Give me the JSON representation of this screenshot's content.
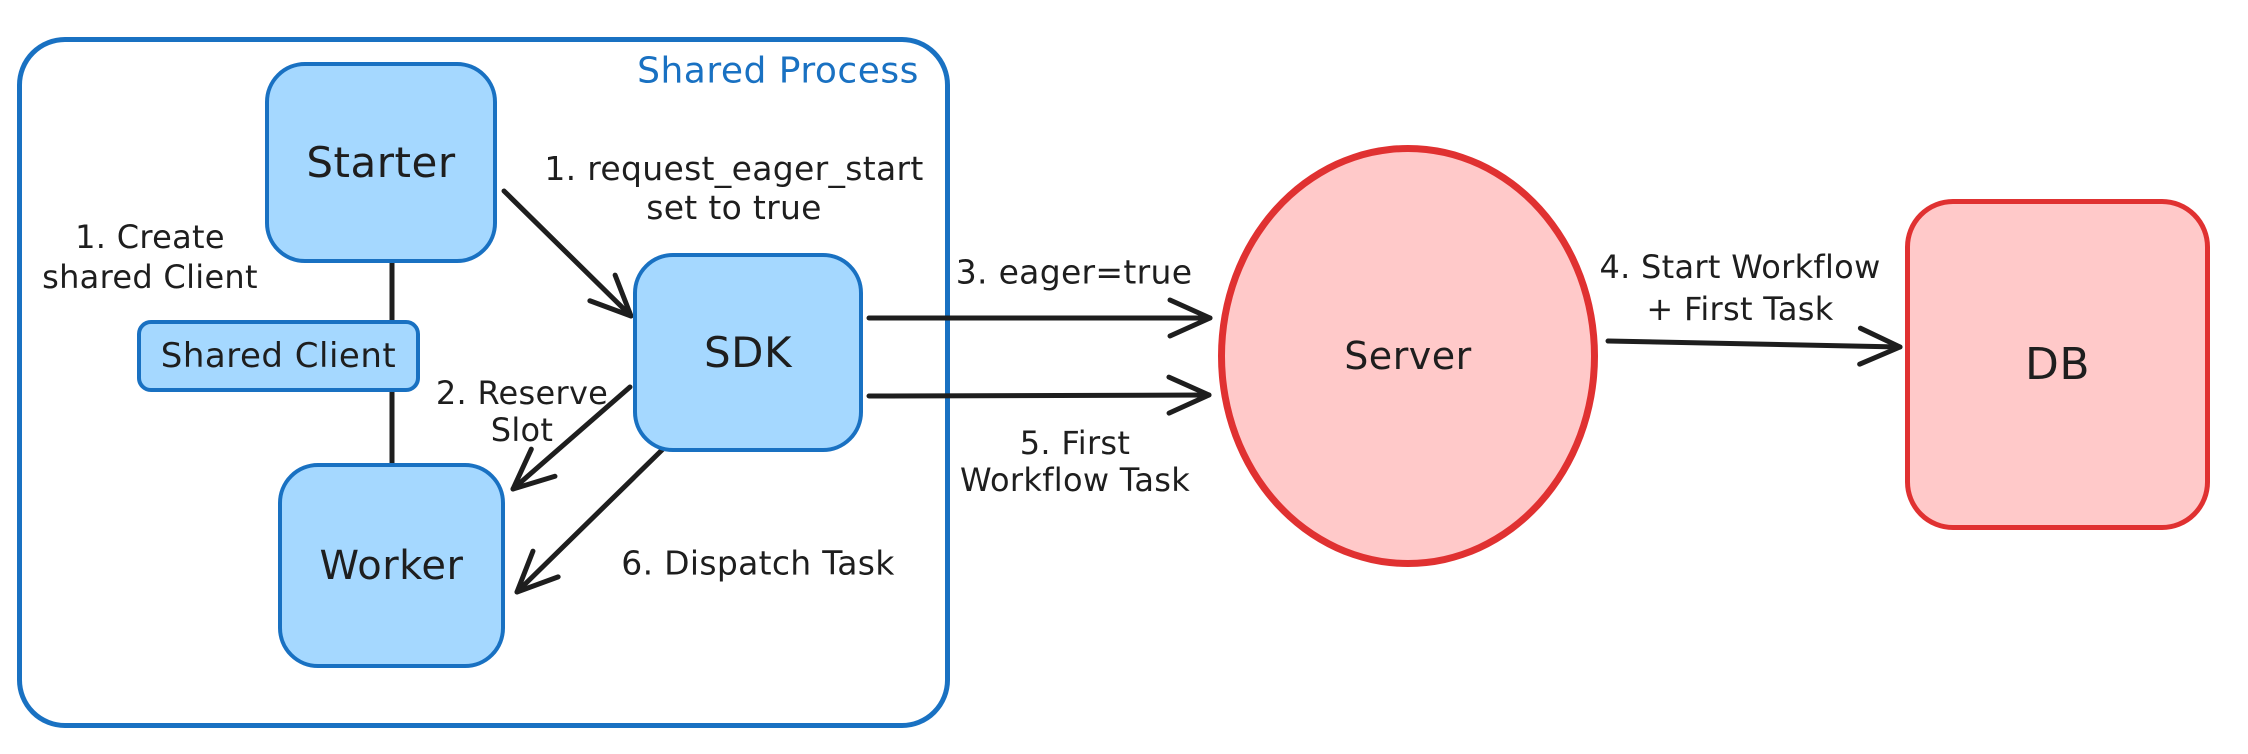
{
  "diagram": {
    "container_label": "Shared Process",
    "nodes": {
      "starter": {
        "label": "Starter"
      },
      "shared_client": {
        "label": "Shared Client"
      },
      "worker": {
        "label": "Worker"
      },
      "sdk": {
        "label": "SDK"
      },
      "server": {
        "label": "Server"
      },
      "db": {
        "label": "DB"
      }
    },
    "annotations": {
      "create_client": {
        "line1": "1. Create",
        "line2": "shared Client"
      },
      "request_eager": {
        "line1": "1. request_eager_start",
        "line2": "set to true"
      },
      "reserve_slot": {
        "line1": "2. Reserve",
        "line2": "Slot"
      },
      "eager_true": {
        "text": "3. eager=true"
      },
      "start_workflow": {
        "line1": "4. Start Workflow",
        "line2": "+ First Task"
      },
      "first_wft": {
        "line1": "5. First",
        "line2": "Workflow Task"
      },
      "dispatch_task": {
        "text": "6. Dispatch Task"
      }
    },
    "colors": {
      "blue_stroke": "#1971c2",
      "blue_fill": "#a5d8ff",
      "red_stroke": "#e03131",
      "red_fill": "#ffc9c9",
      "ink": "#1e1e1e",
      "background": "#ffffff"
    }
  }
}
